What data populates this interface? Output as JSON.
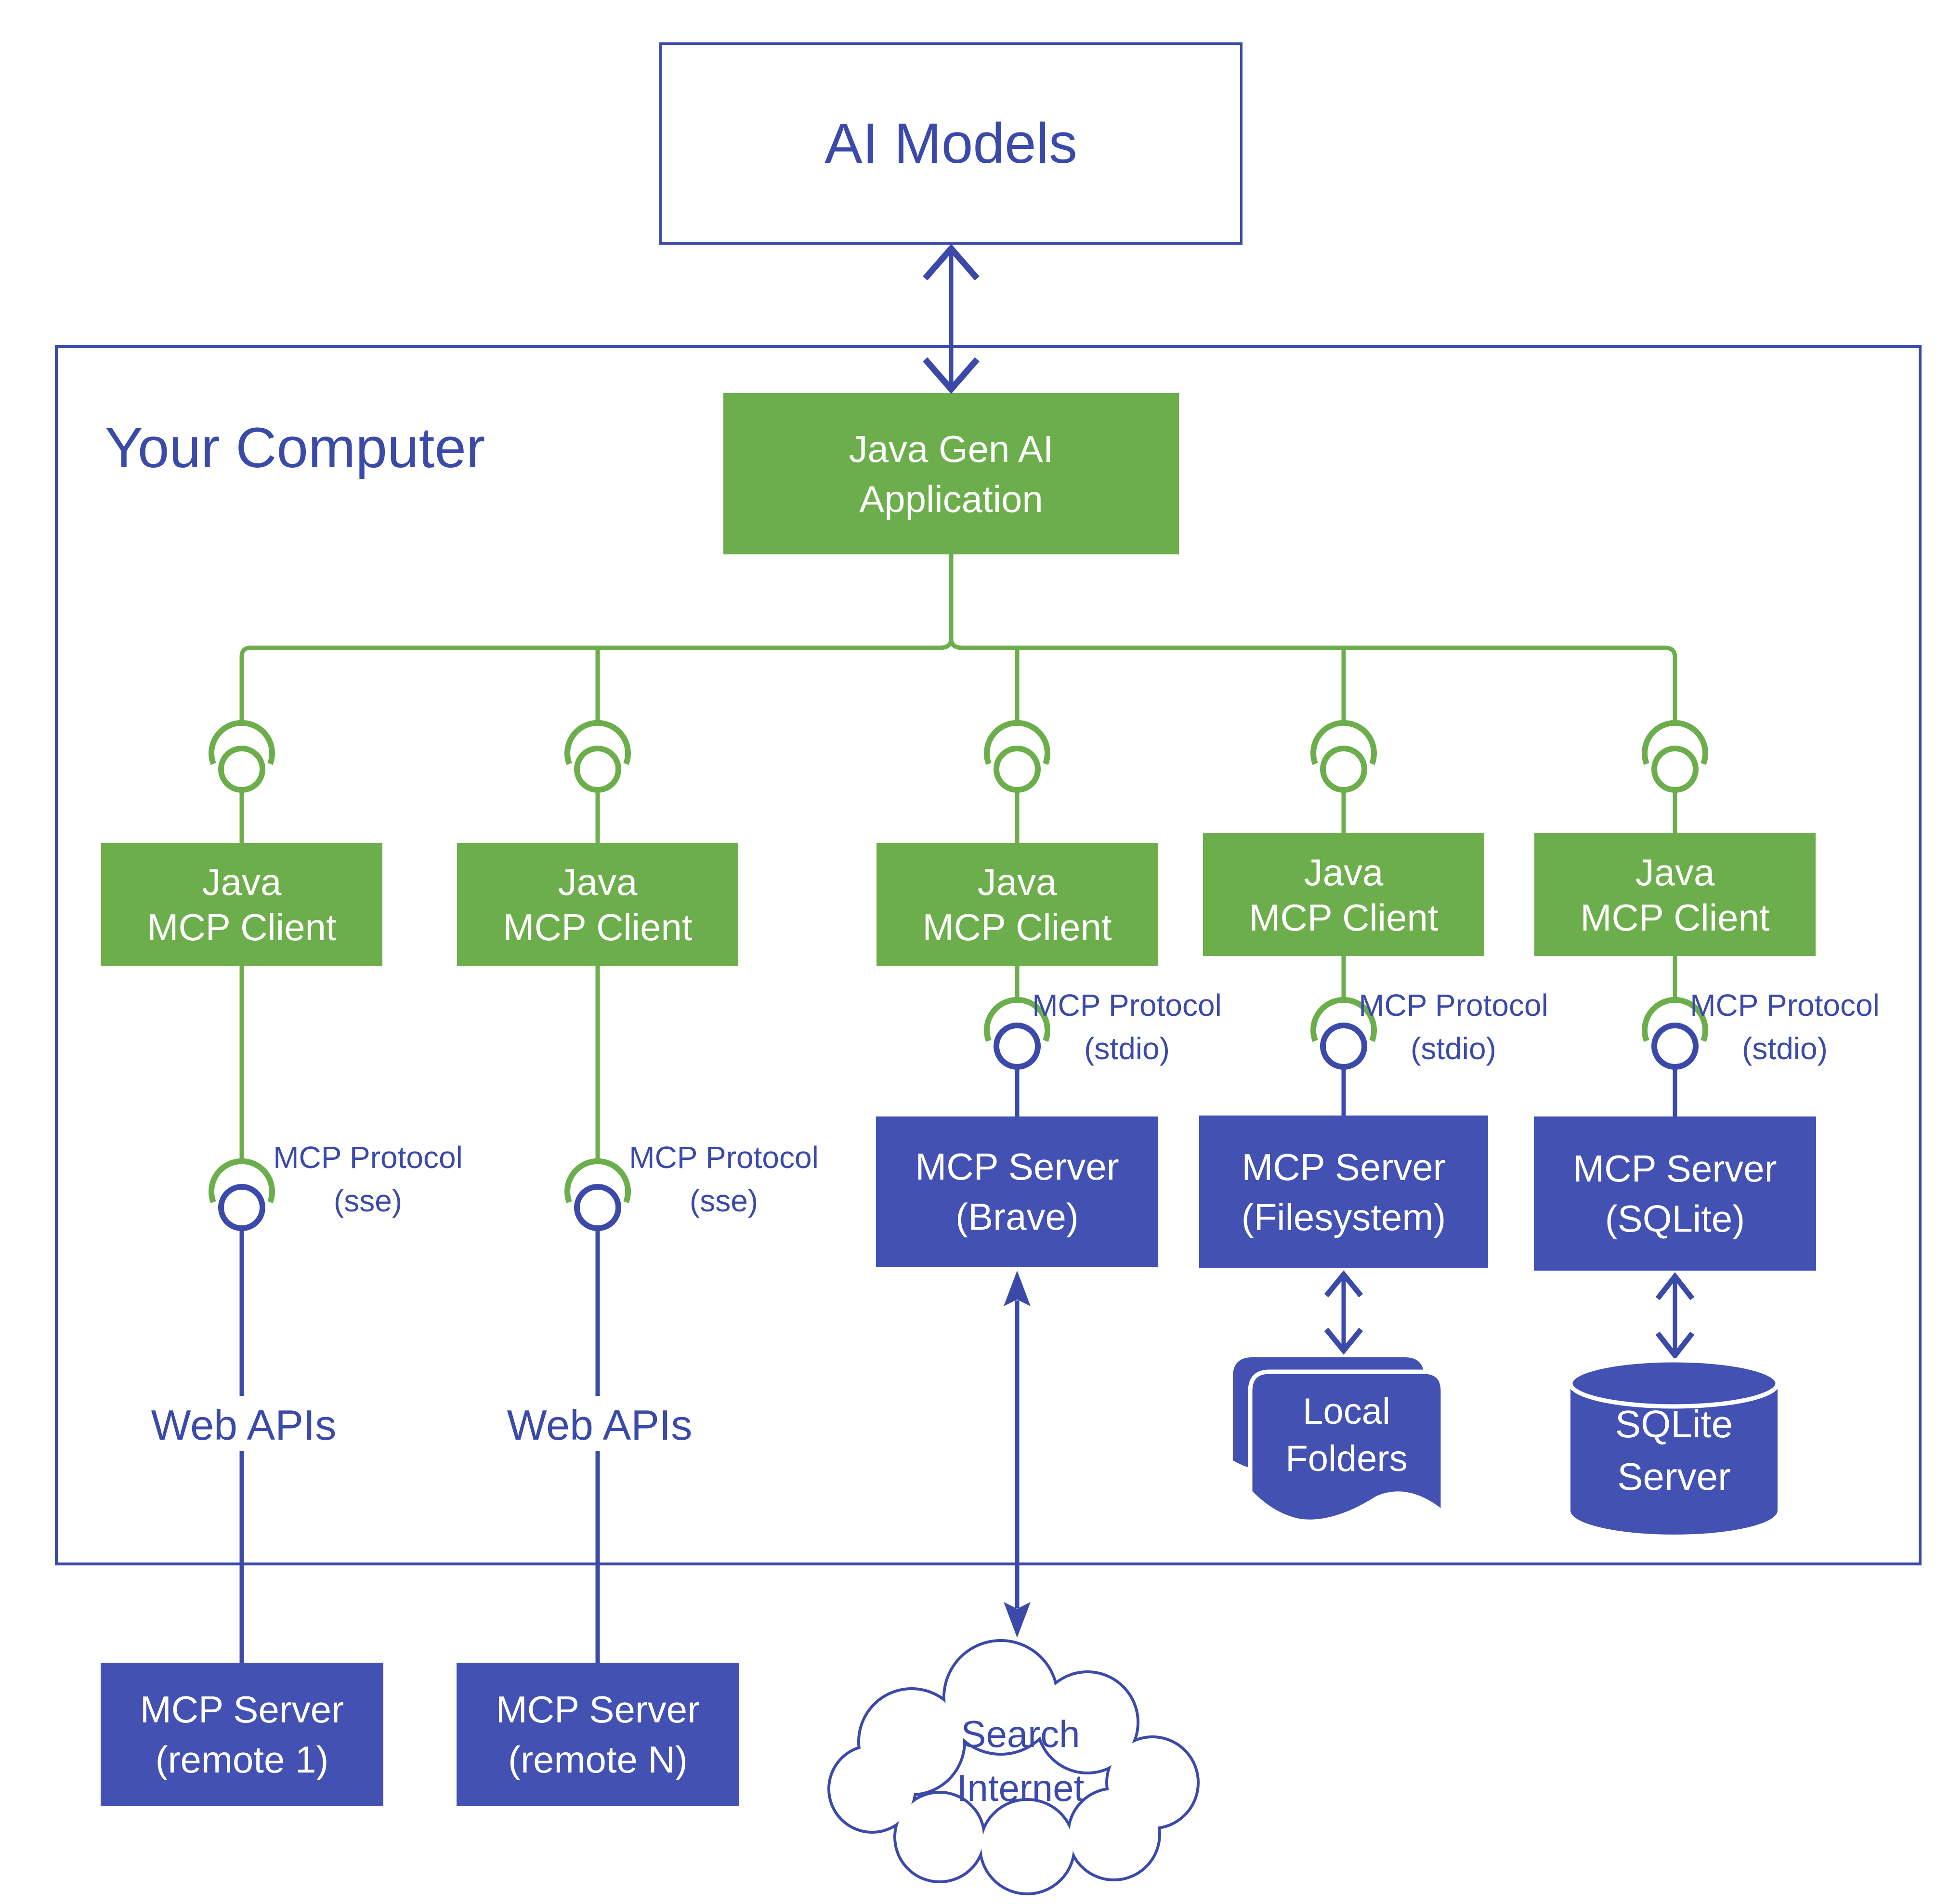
{
  "colors": {
    "indigo_ink": "#3B4AA9",
    "indigo_fill": "#4351B3",
    "green": "#6CAE4B"
  },
  "ai_box": {
    "label": "AI Models"
  },
  "computer": {
    "label": "Your Computer"
  },
  "app_box": {
    "line1": "Java Gen AI",
    "line2": "Application"
  },
  "clients": [
    {
      "line1": "Java",
      "line2": "MCP Client"
    },
    {
      "line1": "Java",
      "line2": "MCP Client"
    },
    {
      "line1": "Java",
      "line2": "MCP Client"
    },
    {
      "line1": "Java",
      "line2": "MCP Client"
    },
    {
      "line1": "Java",
      "line2": "MCP Client"
    }
  ],
  "protocols": [
    {
      "line1": "MCP Protocol",
      "line2": "(sse)"
    },
    {
      "line1": "MCP Protocol",
      "line2": "(sse)"
    },
    {
      "line1": "MCP Protocol",
      "line2": "(stdio)"
    },
    {
      "line1": "MCP Protocol",
      "line2": "(stdio)"
    },
    {
      "line1": "MCP Protocol",
      "line2": "(stdio)"
    }
  ],
  "servers": {
    "brave": {
      "line1": "MCP Server",
      "line2": "(Brave)"
    },
    "filesystem": {
      "line1": "MCP Server",
      "line2": "(Filesystem)"
    },
    "sqlite": {
      "line1": "MCP Server",
      "line2": "(SQLite)"
    }
  },
  "remotes": [
    {
      "line1": "MCP Server",
      "line2": "(remote 1)"
    },
    {
      "line1": "MCP Server",
      "line2": "(remote N)"
    }
  ],
  "web_apis": [
    {
      "label": "Web APIs"
    },
    {
      "label": "Web APIs"
    }
  ],
  "local_folders": {
    "line1": "Local",
    "line2": "Folders"
  },
  "sqlite_server": {
    "line1": "SQLite",
    "line2": "Server"
  },
  "cloud": {
    "line1": "Search",
    "line2": "Internet"
  }
}
